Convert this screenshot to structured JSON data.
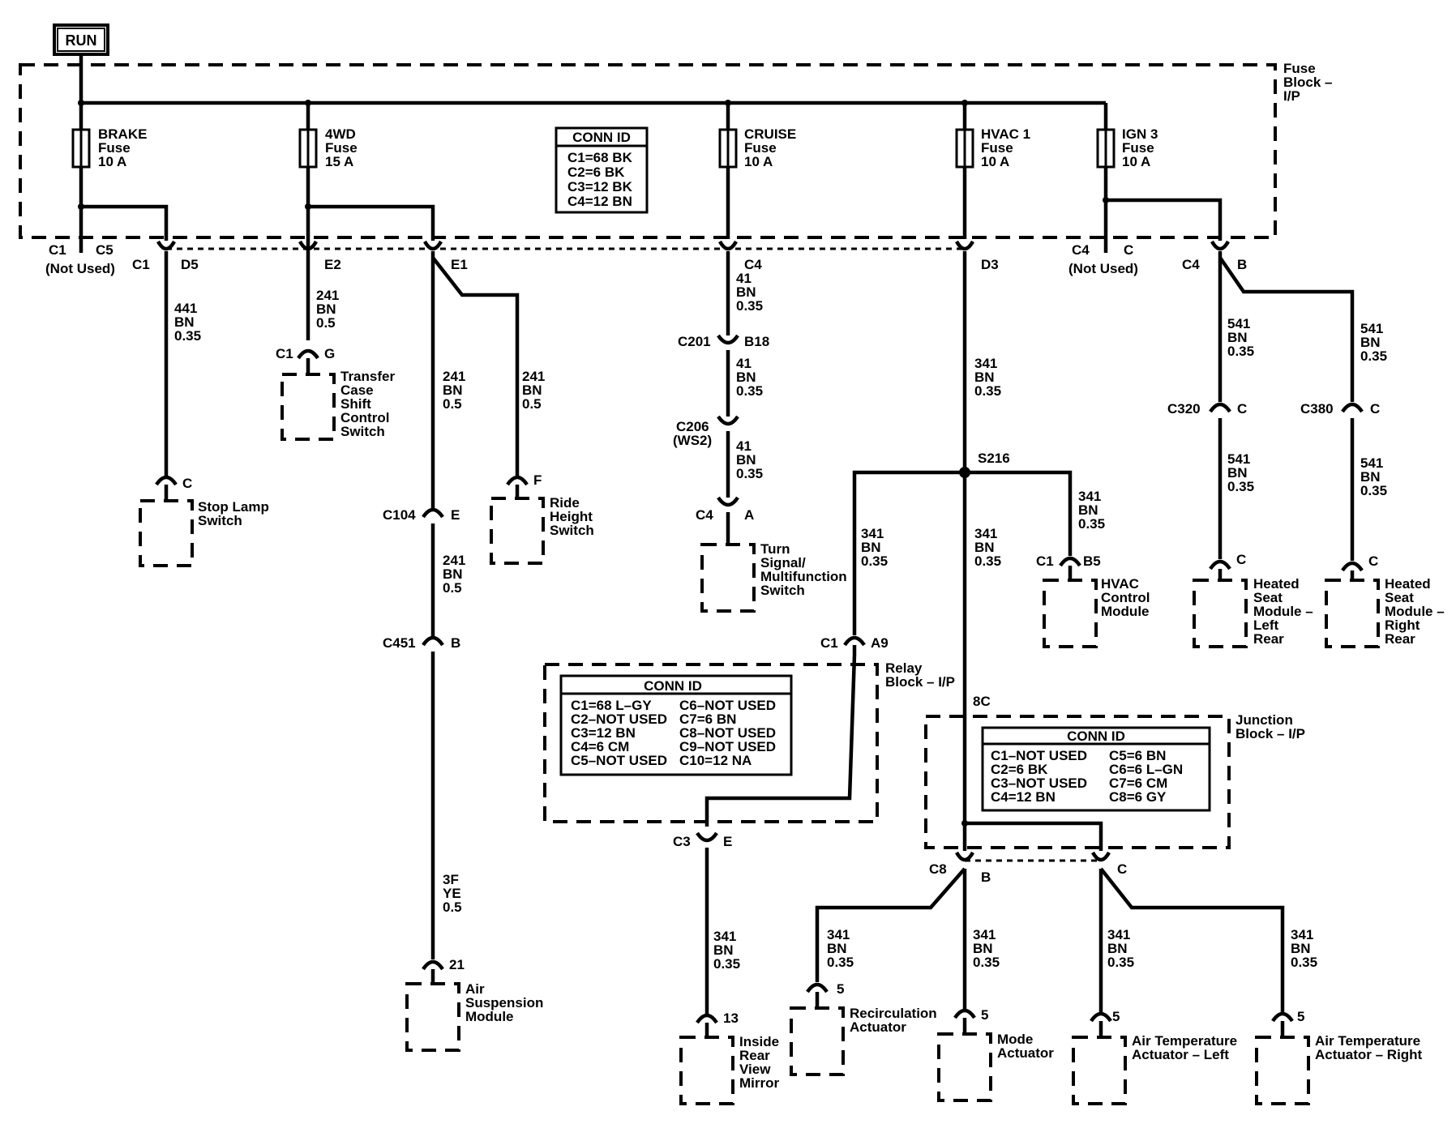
{
  "power_source": "RUN",
  "fuse_block": {
    "label": [
      "Fuse",
      "Block –",
      "I/P"
    ],
    "conn_id": {
      "title": "CONN ID",
      "rows": [
        "C1=68 BK",
        "C2=6 BK",
        "C3=12 BK",
        "C4=12 BN"
      ]
    },
    "fuses": [
      {
        "id": "brake",
        "lines": [
          "BRAKE",
          "Fuse",
          "10 A"
        ]
      },
      {
        "id": "4wd",
        "lines": [
          "4WD",
          "Fuse",
          "15 A"
        ]
      },
      {
        "id": "cruise",
        "lines": [
          "CRUISE",
          "Fuse",
          "10 A"
        ]
      },
      {
        "id": "hvac1",
        "lines": [
          "HVAC 1",
          "Fuse",
          "10 A"
        ]
      },
      {
        "id": "ign3",
        "lines": [
          "IGN 3",
          "Fuse",
          "10 A"
        ]
      }
    ],
    "unused_left": {
      "connector": "C1",
      "pin": "C5",
      "note": "(Not Used)"
    },
    "unused_right": {
      "connector": "C4",
      "pin": "C",
      "note": "(Not Used)"
    }
  },
  "pins": {
    "brake": {
      "conn": "C1",
      "pin": "D5"
    },
    "e2": {
      "pin": "E2"
    },
    "e1": {
      "pin": "E1"
    },
    "c4": {
      "pin": "C4"
    },
    "d3": {
      "pin": "D3"
    },
    "b": {
      "conn": "C4",
      "pin": "B"
    }
  },
  "wires": {
    "w441": [
      "441",
      "BN",
      "0.35"
    ],
    "w241a": [
      "241",
      "BN",
      "0.5"
    ],
    "w241b": [
      "241",
      "BN",
      "0.5"
    ],
    "w241c": [
      "241",
      "BN",
      "0.5"
    ],
    "w241d": [
      "241",
      "BN",
      "0.5"
    ],
    "w3f": [
      "3F",
      "YE",
      "0.5"
    ],
    "w41a": [
      "41",
      "BN",
      "0.35"
    ],
    "w41b": [
      "41",
      "BN",
      "0.35"
    ],
    "w41c": [
      "41",
      "BN",
      "0.35"
    ],
    "w341a": [
      "341",
      "BN",
      "0.35"
    ],
    "w341b": [
      "341",
      "BN",
      "0.35"
    ],
    "w341c": [
      "341",
      "BN",
      "0.35"
    ],
    "w341d": [
      "341",
      "BN",
      "0.35"
    ],
    "w341e": [
      "341",
      "BN",
      "0.35"
    ],
    "w341f": [
      "341",
      "BN",
      "0.35"
    ],
    "w341g": [
      "341",
      "BN",
      "0.35"
    ],
    "w341h": [
      "341",
      "BN",
      "0.35"
    ],
    "w341i": [
      "341",
      "BN",
      "0.35"
    ],
    "w541a": [
      "541",
      "BN",
      "0.35"
    ],
    "w541b": [
      "541",
      "BN",
      "0.35"
    ],
    "w541c": [
      "541",
      "BN",
      "0.35"
    ],
    "w541d": [
      "541",
      "BN",
      "0.35"
    ]
  },
  "inline_connectors": {
    "c201": {
      "name": "C201",
      "pin": "B18"
    },
    "c206": {
      "name": "C206",
      "sub": "(WS2)"
    },
    "c104": {
      "name": "C104",
      "pin": "E"
    },
    "c451": {
      "name": "C451",
      "pin": "B"
    },
    "c320": {
      "name": "C320",
      "pin": "C"
    },
    "c380": {
      "name": "C380",
      "pin": "C"
    },
    "a9": {
      "conn": "C1",
      "pin": "A9"
    },
    "c3e": {
      "conn": "C3",
      "pin": "E"
    },
    "c8b": {
      "conn": "C8",
      "pin": "B"
    },
    "c8c": {
      "pin": "C"
    },
    "pin8c": {
      "pin": "8C"
    }
  },
  "splice": "S216",
  "components": {
    "stop_lamp": {
      "pin": "C",
      "lines": [
        "Stop Lamp",
        "Switch"
      ]
    },
    "transfer_case": {
      "conn": "C1",
      "pin": "G",
      "lines": [
        "Transfer",
        "Case",
        "Shift",
        "Control",
        "Switch"
      ]
    },
    "ride_height": {
      "pin": "F",
      "lines": [
        "Ride",
        "Height",
        "Switch"
      ]
    },
    "air_suspension": {
      "pin": "21",
      "lines": [
        "Air",
        "Suspension",
        "Module"
      ]
    },
    "turn_signal": {
      "conn": "C4",
      "pin": "A",
      "lines": [
        "Turn",
        "Signal/",
        "Multifunction",
        "Switch"
      ]
    },
    "hvac_module": {
      "conn": "C1",
      "pin": "B5",
      "lines": [
        "HVAC",
        "Control",
        "Module"
      ]
    },
    "seat_left": {
      "pin": "C",
      "lines": [
        "Heated",
        "Seat",
        "Module –",
        "Left",
        "Rear"
      ]
    },
    "seat_right": {
      "pin": "C",
      "lines": [
        "Heated",
        "Seat",
        "Module –",
        "Right",
        "Rear"
      ]
    },
    "mirror": {
      "pin": "13",
      "lines": [
        "Inside",
        "Rear",
        "View",
        "Mirror"
      ]
    },
    "recirc": {
      "pin": "5",
      "lines": [
        "Recirculation",
        "Actuator"
      ]
    },
    "mode": {
      "pin": "5",
      "lines": [
        "Mode",
        "Actuator"
      ]
    },
    "air_temp_left": {
      "pin": "5",
      "lines": [
        "Air Temperature",
        "Actuator – Left"
      ]
    },
    "air_temp_right": {
      "pin": "5",
      "lines": [
        "Air Temperature",
        "Actuator – Right"
      ]
    }
  },
  "relay_block": {
    "label": [
      "Relay",
      "Block – I/P"
    ],
    "conn_id": {
      "title": "CONN ID",
      "left": [
        "C1=68 L–GY",
        "C2–NOT USED",
        "C3=12 BN",
        "C4=6 CM",
        "C5–NOT USED"
      ],
      "right": [
        "C6–NOT USED",
        "C7=6 BN",
        "C8–NOT USED",
        "C9–NOT USED",
        "C10=12 NA"
      ]
    }
  },
  "junction_block": {
    "label": [
      "Junction",
      "Block – I/P"
    ],
    "conn_id": {
      "title": "CONN ID",
      "left": [
        "C1–NOT USED",
        "C2=6 BK",
        "C3–NOT USED",
        "C4=12 BN"
      ],
      "right": [
        "C5=6 BN",
        "C6=6 L–GN",
        "C7=6 CM",
        "C8=6 GY"
      ]
    }
  }
}
